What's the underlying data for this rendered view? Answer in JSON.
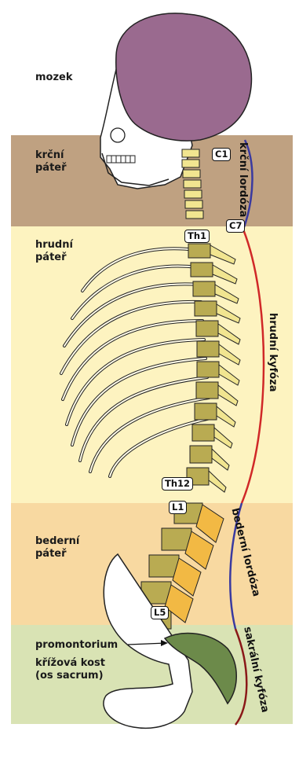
{
  "regions": {
    "brain": "mozek",
    "cervical": "krční\npáteř",
    "thoracic": "hrudní\npáteř",
    "lumbar": "bederní\npáteř",
    "sacrum": "křížová kost\n(os sacrum)"
  },
  "vertebra_tags": {
    "c1": "C1",
    "c7": "C7",
    "th1": "Th1",
    "th12": "Th12",
    "l1": "L1",
    "l5": "L5"
  },
  "promontory_label": "promontorium",
  "curves": {
    "cervical_lordosis": "krční lordóza",
    "thoracic_kyphosis": "hrudní kyfóza",
    "lumbar_lordosis": "bederní lordóza",
    "sacral_kyphosis": "sakrální kyfóza"
  },
  "colors": {
    "cervical_band": "#bfa181",
    "thoracic_band": "#fdf3c0",
    "lumbar_band": "#f8d9a1",
    "sacral_band": "#d9e3b4",
    "brain": "#9a6a8f",
    "vertebra_yellow": "#f1e590",
    "vertebra_orange": "#f2b944",
    "sacrum_green": "#6c8a4a",
    "lordosis_line": "#3a3aa0",
    "kyphosis_line": "#d02828"
  }
}
